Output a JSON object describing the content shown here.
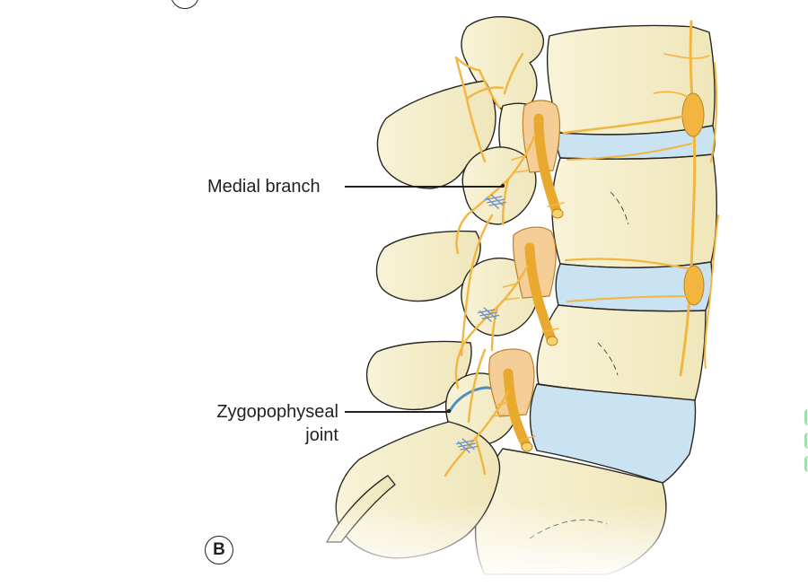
{
  "labels": {
    "medial_branch": "Medial branch",
    "zygapophyseal_line1": "Zygopophyseal",
    "zygapophyseal_line2": "joint"
  },
  "panel_label": "B",
  "colors": {
    "bone": "#f6f0cf",
    "bone_outline": "#2a2620",
    "disc": "#c9e3f3",
    "nerve": "#f2b640",
    "nerve_outline": "#b9822a",
    "facet_capsule": "#f5cd97",
    "joint_line": "#4f8fc0",
    "sutures": "#6a8fc8"
  }
}
